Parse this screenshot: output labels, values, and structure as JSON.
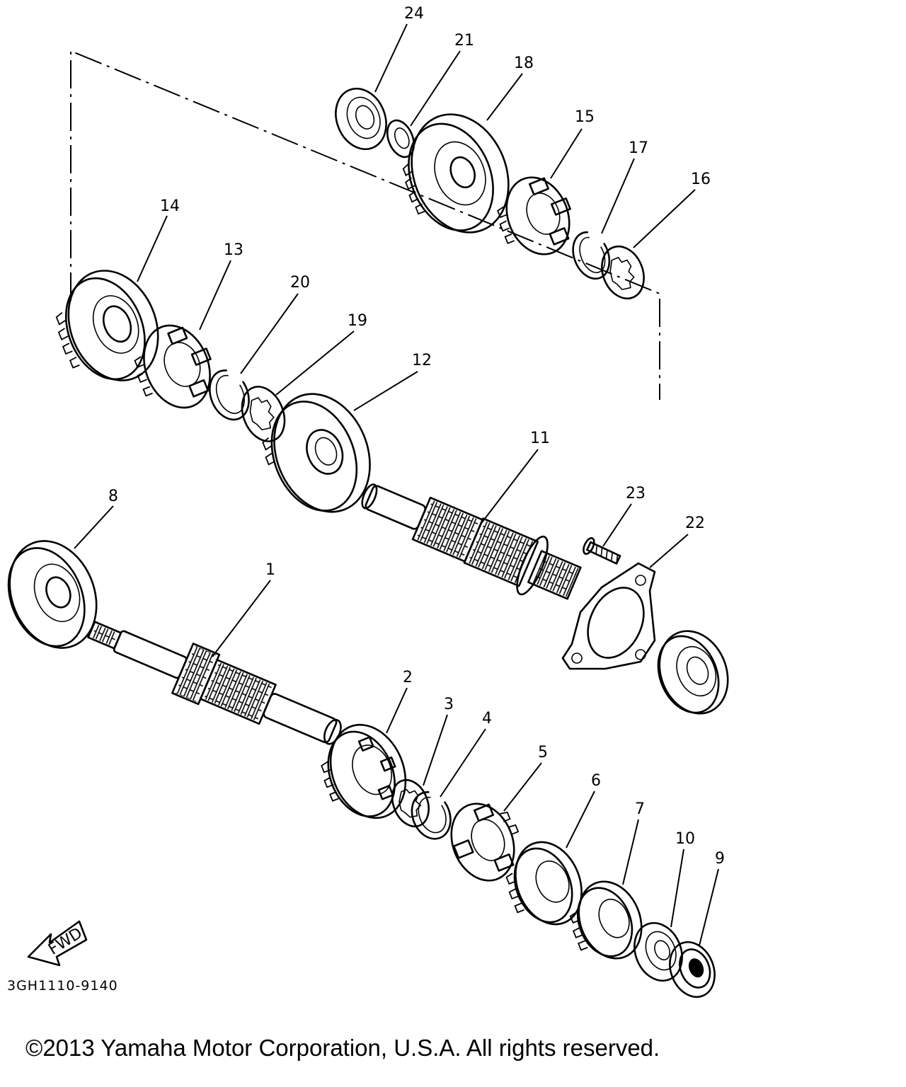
{
  "diagram": {
    "code": "3GH1110-9140",
    "copyright": "©2013 Yamaha Motor Corporation, U.S.A. All rights reserved.",
    "direction_marker": "FWD",
    "part_labels": [
      "24",
      "21",
      "18",
      "15",
      "17",
      "16",
      "14",
      "13",
      "20",
      "19",
      "12",
      "11",
      "8",
      "23",
      "22",
      "1",
      "2",
      "3",
      "4",
      "5",
      "6",
      "7",
      "10",
      "9"
    ]
  }
}
